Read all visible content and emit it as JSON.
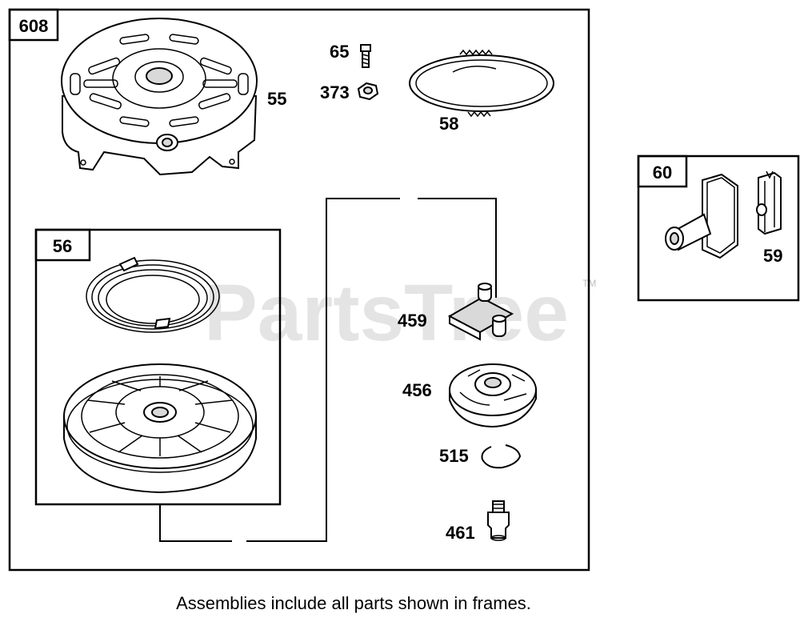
{
  "watermark": {
    "text": "PartsTree",
    "trademark": "TM"
  },
  "frames": {
    "outer": {
      "number": "608"
    },
    "pulley_assembly": {
      "number": "56"
    },
    "handle_assembly": {
      "number": "60"
    }
  },
  "parts": {
    "housing": "55",
    "screw": "65",
    "nut": "373",
    "rope": "58",
    "pawl": "459",
    "retainer": "456",
    "clip": "515",
    "pin": "461",
    "handle_insert": "59"
  },
  "footer": {
    "note": "Assemblies include all parts shown in frames."
  }
}
